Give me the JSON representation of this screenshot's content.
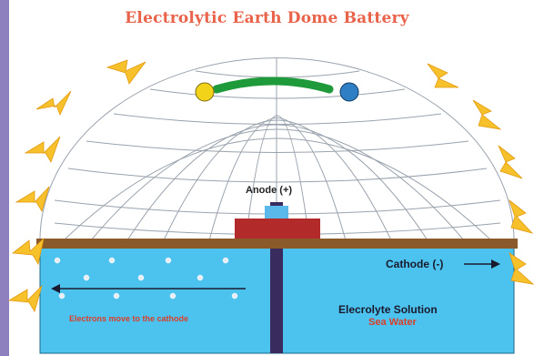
{
  "title": "Electrolytic Earth Dome Battery",
  "labels": {
    "anode": "Anode (+)",
    "cathode": "Cathode (-)",
    "electrons": "Electrons move to the cathode",
    "electrolyte": "Elecrolyte Solution",
    "sea_water": "Sea Water"
  },
  "colors": {
    "background": "#8e7fbf",
    "title": "#e8634a",
    "water": "#4cc3ee",
    "earth_plate": "#8b5a2b",
    "anode_block": "#b22a2a",
    "dome_lines": "#9aa3ad",
    "sparks": "#f6c12b"
  },
  "icons": [
    "lightning-spark-icon",
    "yellow-sphere-icon",
    "blue-sphere-icon",
    "green-arc-icon",
    "arrow-right-icon",
    "arrow-left-icon"
  ]
}
